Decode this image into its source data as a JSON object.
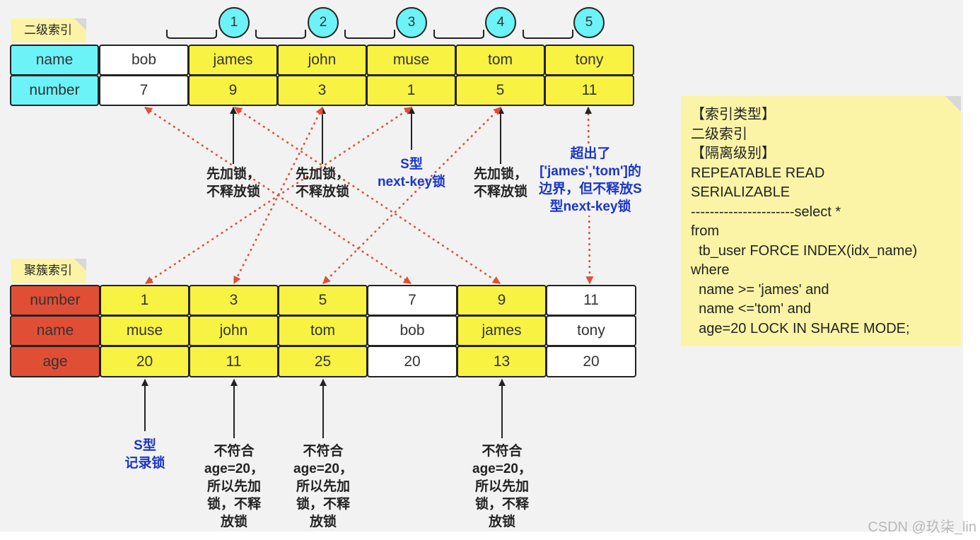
{
  "secondary_index": {
    "tag": "二级索引",
    "header": [
      "name",
      "number"
    ],
    "columns": [
      {
        "name": "bob",
        "number": "7",
        "highlight": false
      },
      {
        "name": "james",
        "number": "9",
        "highlight": true
      },
      {
        "name": "john",
        "number": "3",
        "highlight": true
      },
      {
        "name": "muse",
        "number": "1",
        "highlight": true
      },
      {
        "name": "tom",
        "number": "5",
        "highlight": true
      },
      {
        "name": "tony",
        "number": "11",
        "highlight": true
      }
    ],
    "gap_markers": [
      "1",
      "2",
      "3",
      "4",
      "5"
    ]
  },
  "clustered_index": {
    "tag": "聚簇索引",
    "header": [
      "number",
      "name",
      "age"
    ],
    "columns": [
      {
        "number": "1",
        "name": "muse",
        "age": "20",
        "highlight": true
      },
      {
        "number": "3",
        "name": "john",
        "age": "11",
        "highlight": true
      },
      {
        "number": "5",
        "name": "tom",
        "age": "25",
        "highlight": true
      },
      {
        "number": "7",
        "name": "bob",
        "age": "20",
        "highlight": false
      },
      {
        "number": "9",
        "name": "james",
        "age": "13",
        "highlight": true
      },
      {
        "number": "11",
        "name": "tony",
        "age": "20",
        "highlight": false
      }
    ]
  },
  "upper_labels": {
    "james": [
      "先加锁，",
      "不释放锁"
    ],
    "john": [
      "先加锁，",
      "不释放锁"
    ],
    "muse": [
      "S型",
      "next-key锁"
    ],
    "tom": [
      "先加锁，",
      "不释放锁"
    ],
    "tony": [
      "超出了",
      "['james','tom']的",
      "边界，但不释放S",
      "型next-key锁"
    ]
  },
  "lower_labels": {
    "muse": [
      "S型",
      "记录锁"
    ],
    "john": [
      "不符合",
      "age=20，",
      "所以先加",
      "锁，不释",
      "放锁"
    ],
    "tom": [
      "不符合",
      "age=20，",
      "所以先加",
      "锁，不释",
      "放锁"
    ],
    "james": [
      "不符合",
      "age=20，",
      "所以先加",
      "锁，不释",
      "放锁"
    ]
  },
  "note": {
    "lines": [
      "【索引类型】",
      "二级索引",
      "【隔离级别】",
      "REPEATABLE READ",
      "SERIALIZABLE",
      "----------------------select *",
      "from",
      "  tb_user FORCE INDEX(idx_name)",
      "where",
      "  name >= 'james' and",
      "  name <='tom' and",
      "  age=20 LOCK IN SHARE MODE;"
    ]
  },
  "watermark": "CSDN @玖柒_lin",
  "colors": {
    "cyan": "#6cf3f7",
    "red": "#e04f35",
    "yellow": "#f8f242",
    "note": "#fbf4a6",
    "arrow_red": "#e04f35",
    "label_blue": "#1a35cc"
  }
}
